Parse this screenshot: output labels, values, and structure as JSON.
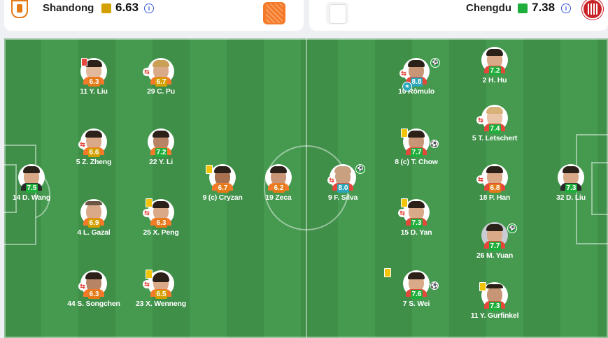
{
  "home": {
    "name": "Shandong",
    "rating": "6.63",
    "info_icon": "info-icon",
    "rating_color": "#d4a000",
    "kit_color": "#f47a2a"
  },
  "away": {
    "name": "Chengdu",
    "rating": "7.38",
    "info_icon": "info-icon",
    "rating_color": "#1fae3b",
    "kit_color": "#ffffff"
  },
  "info_glyph": "i",
  "players": {
    "liu_y": {
      "name": "11 Y. Liu",
      "rating": "6.3"
    },
    "pu": {
      "name": "29 C. Pu",
      "rating": "6.7"
    },
    "zheng": {
      "name": "5 Z. Zheng",
      "rating": "6.6"
    },
    "li": {
      "name": "22 Y. Li",
      "rating": "7.2"
    },
    "wang": {
      "name": "14 D. Wang",
      "rating": "7.5"
    },
    "cryzan": {
      "name": "9 (c) Cryzan",
      "rating": "6.7"
    },
    "zeca": {
      "name": "19 Zeca",
      "rating": "6.2"
    },
    "gazal": {
      "name": "4 L. Gazal",
      "rating": "6.9"
    },
    "peng": {
      "name": "25 X. Peng",
      "rating": "6.3"
    },
    "songchen": {
      "name": "44 S. Songchen",
      "rating": "6.3"
    },
    "wenneng": {
      "name": "23 X. Wenneng",
      "rating": "6.5"
    },
    "silva": {
      "name": "9 F. Silva",
      "rating": "8.0"
    },
    "romulo": {
      "name": "10 Rômulo",
      "rating": "8.8"
    },
    "hu": {
      "name": "2 H. Hu",
      "rating": "7.2"
    },
    "letschert": {
      "name": "5 T. Letschert",
      "rating": "7.4"
    },
    "chow": {
      "name": "8 (c) T. Chow",
      "rating": "7.7"
    },
    "han": {
      "name": "18 P. Han",
      "rating": "6.8"
    },
    "liu_d": {
      "name": "32 D. Liu",
      "rating": "7.3"
    },
    "yan": {
      "name": "15 D. Yan",
      "rating": "7.3"
    },
    "yuan": {
      "name": "26 M. Yuan",
      "rating": "7.7"
    },
    "wei": {
      "name": "7 S. Wei",
      "rating": "7.6"
    },
    "gurfinkel": {
      "name": "11 Y. Gurfinkel",
      "rating": "7.3"
    }
  },
  "glyphs": {
    "sub": "⇆",
    "goal": "⚽",
    "star": "★",
    "ball": "⚽"
  }
}
